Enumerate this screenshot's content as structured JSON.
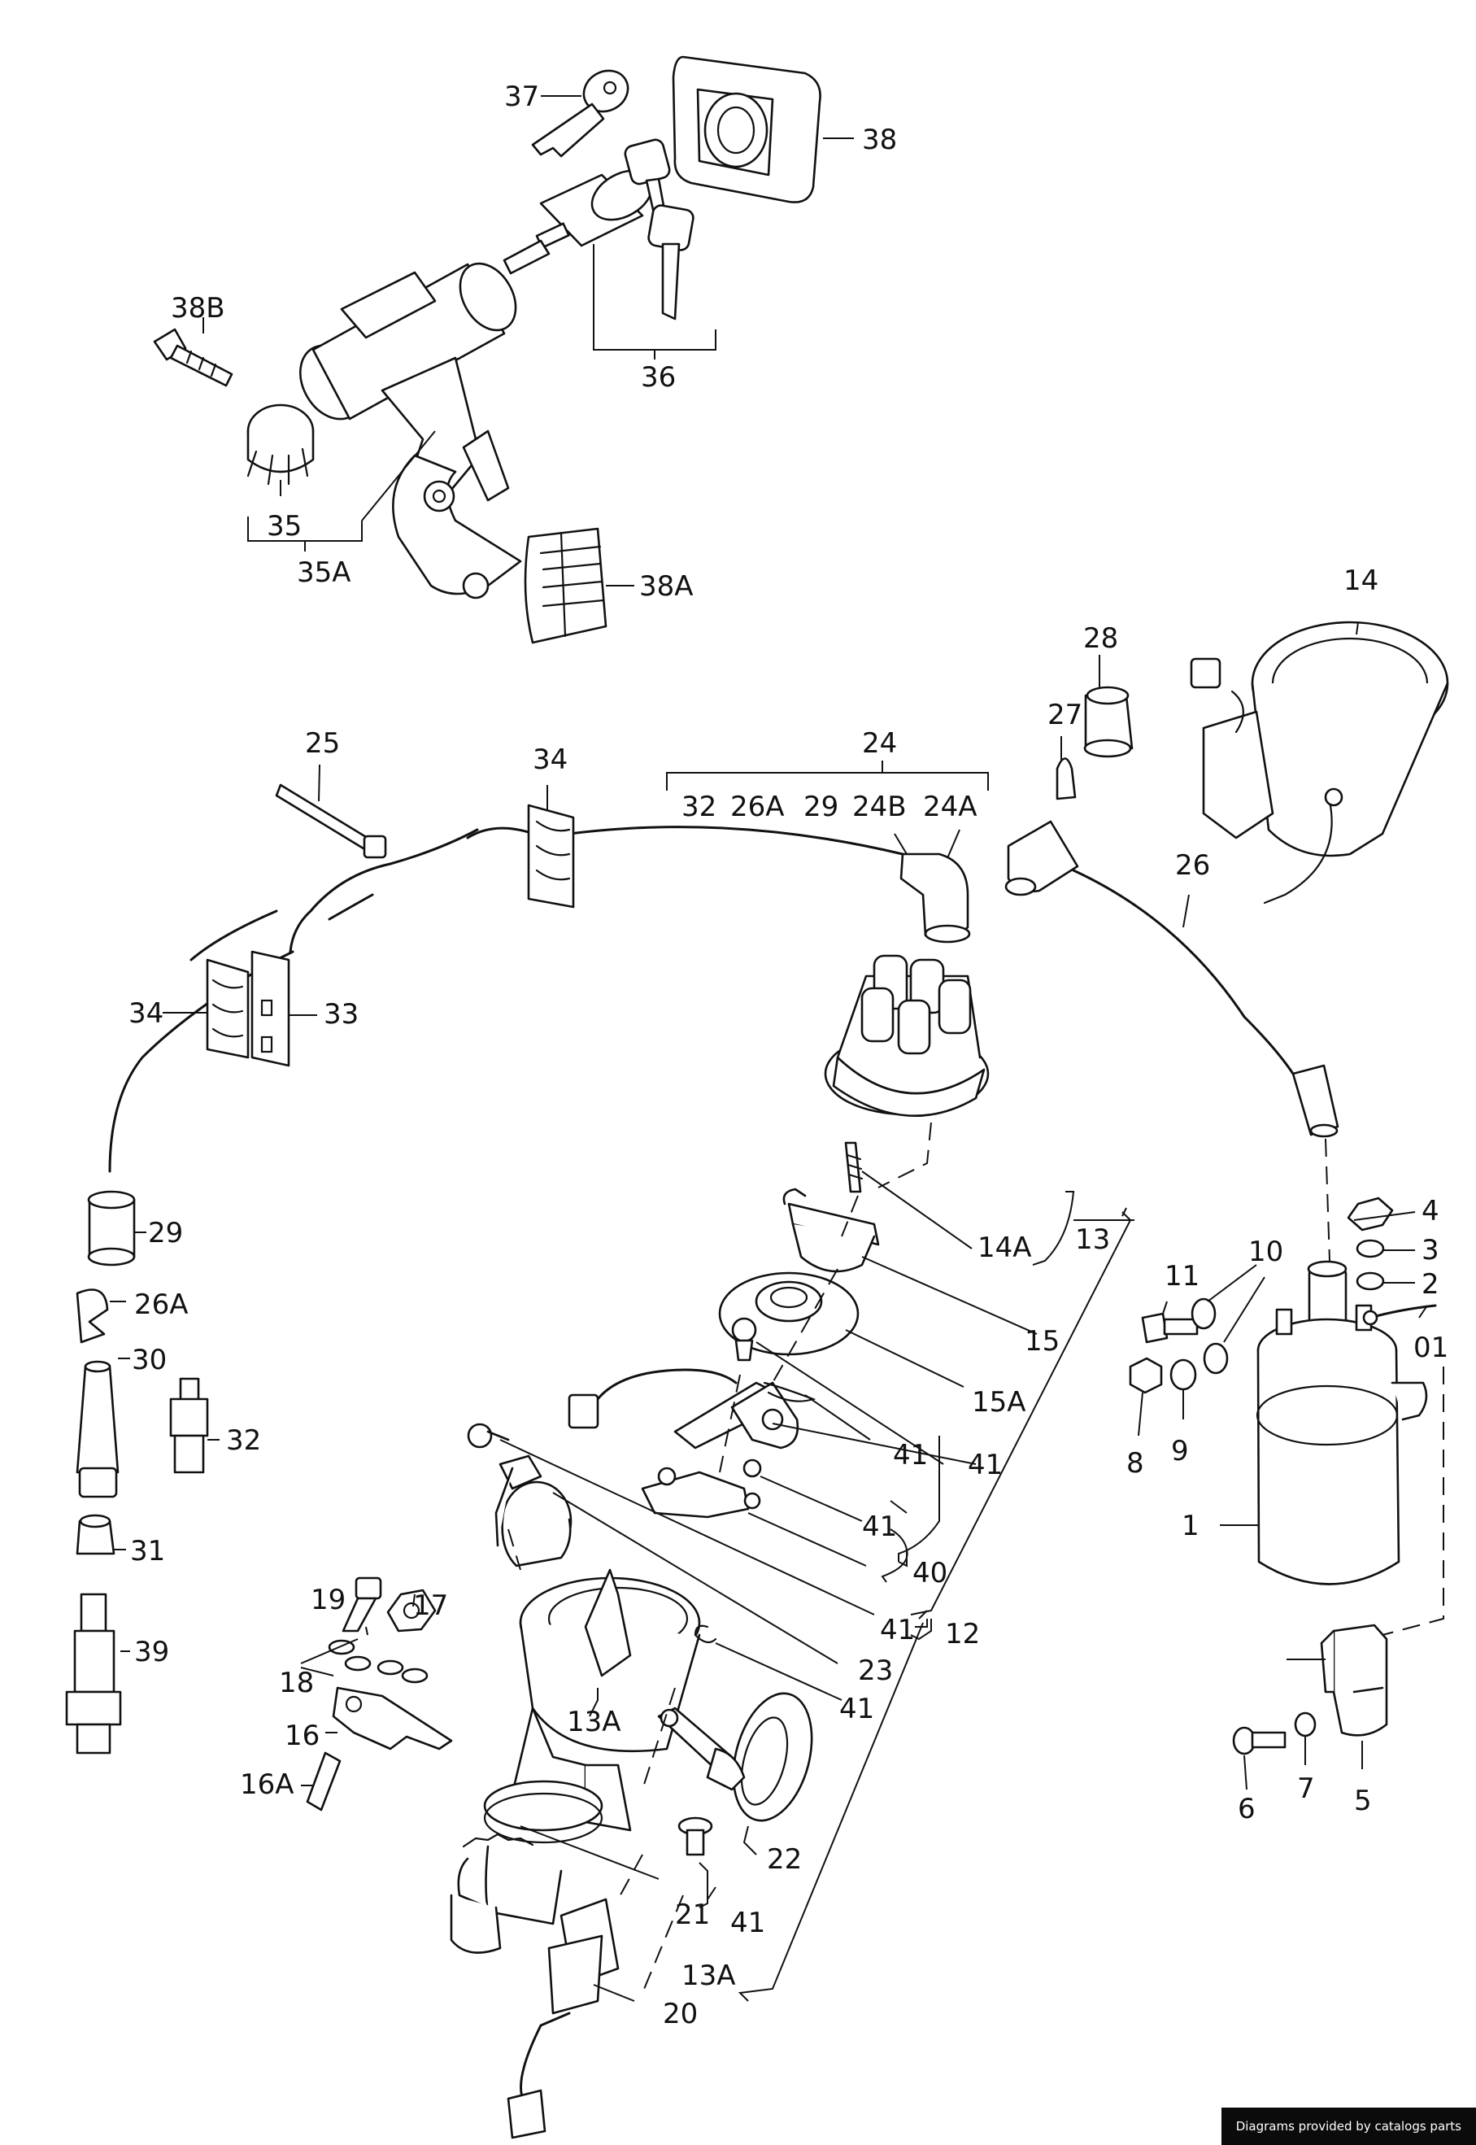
{
  "footer_text": "Diagrams provided by catalogs parts",
  "labels": {
    "l37": "37",
    "l38": "38",
    "l38b": "38B",
    "l36": "36",
    "l35": "35",
    "l35a": "35A",
    "l38a": "38A",
    "l14": "14",
    "l28": "28",
    "l27": "27",
    "l25": "25",
    "l34a": "34",
    "l24": "24",
    "l32a": "32",
    "l26a_top": "26A",
    "l29a": "29",
    "l24b": "24B",
    "l24a": "24A",
    "l26": "26",
    "l34b": "34",
    "l33": "33",
    "l29b": "29",
    "l26a_left": "26A",
    "l30": "30",
    "l32b": "32",
    "l31": "31",
    "l39": "39",
    "l14a": "14A",
    "l13": "13",
    "l15": "15",
    "l15a": "15A",
    "l41a": "41",
    "l41b": "41",
    "l41c": "41",
    "l40": "40",
    "l41d": "41",
    "l12": "12",
    "l23": "23",
    "l41e": "41",
    "l13a_mid": "13A",
    "l19": "19",
    "l17": "17",
    "l18": "18",
    "l16": "16",
    "l16a": "16A",
    "l22": "22",
    "l21": "21",
    "l41f": "41",
    "l13a_bot": "13A",
    "l20": "20",
    "l4": "4",
    "l3": "3",
    "l2": "2",
    "l10": "10",
    "l11": "11",
    "l01": "01",
    "l8": "8",
    "l9": "9",
    "l1": "1",
    "l6": "6",
    "l7": "7",
    "l5": "5"
  }
}
